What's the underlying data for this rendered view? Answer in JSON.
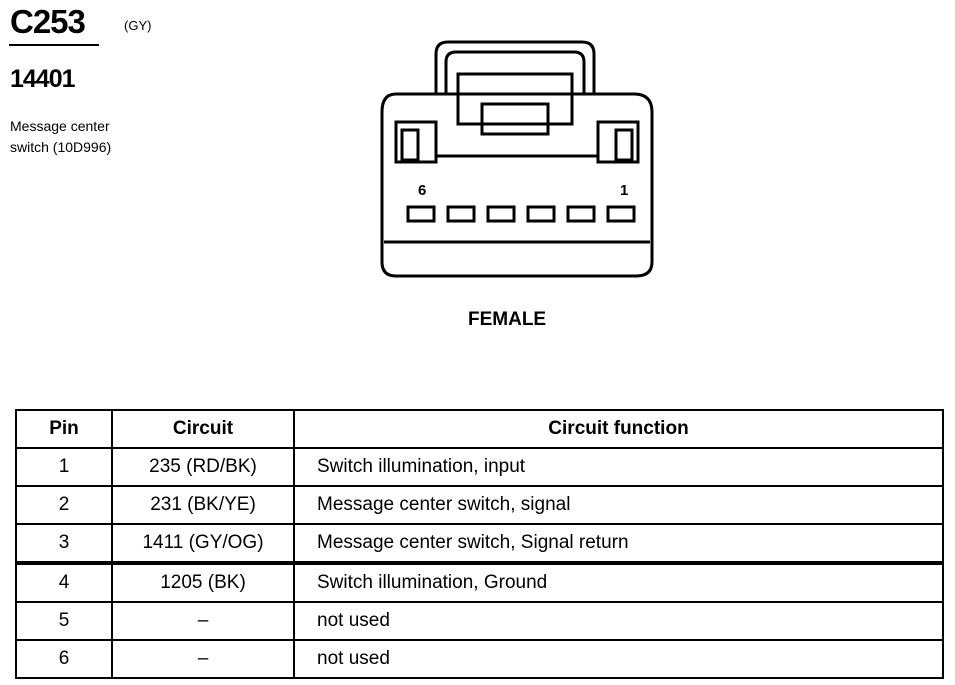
{
  "connector": {
    "id": "C253",
    "color": "(GY)",
    "part_number": "14401",
    "description_lines": [
      "Message center",
      "switch (10D996)"
    ],
    "view_label": "FEMALE",
    "pin_labels": {
      "left": "6",
      "right": "1"
    },
    "pin_count": 6
  },
  "table": {
    "headers": {
      "pin": "Pin",
      "circuit": "Circuit",
      "function": "Circuit function"
    },
    "rows": [
      {
        "pin": "1",
        "circuit": "235 (RD/BK)",
        "function": "Switch illumination, input"
      },
      {
        "pin": "2",
        "circuit": "231 (BK/YE)",
        "function": "Message center switch, signal"
      },
      {
        "pin": "3",
        "circuit": "1411 (GY/OG)",
        "function": "Message center switch, Signal return"
      },
      {
        "pin": "4",
        "circuit": "1205 (BK)",
        "function": "Switch illumination, Ground"
      },
      {
        "pin": "5",
        "circuit": "–",
        "function": "not used"
      },
      {
        "pin": "6",
        "circuit": "–",
        "function": "not used"
      }
    ]
  }
}
